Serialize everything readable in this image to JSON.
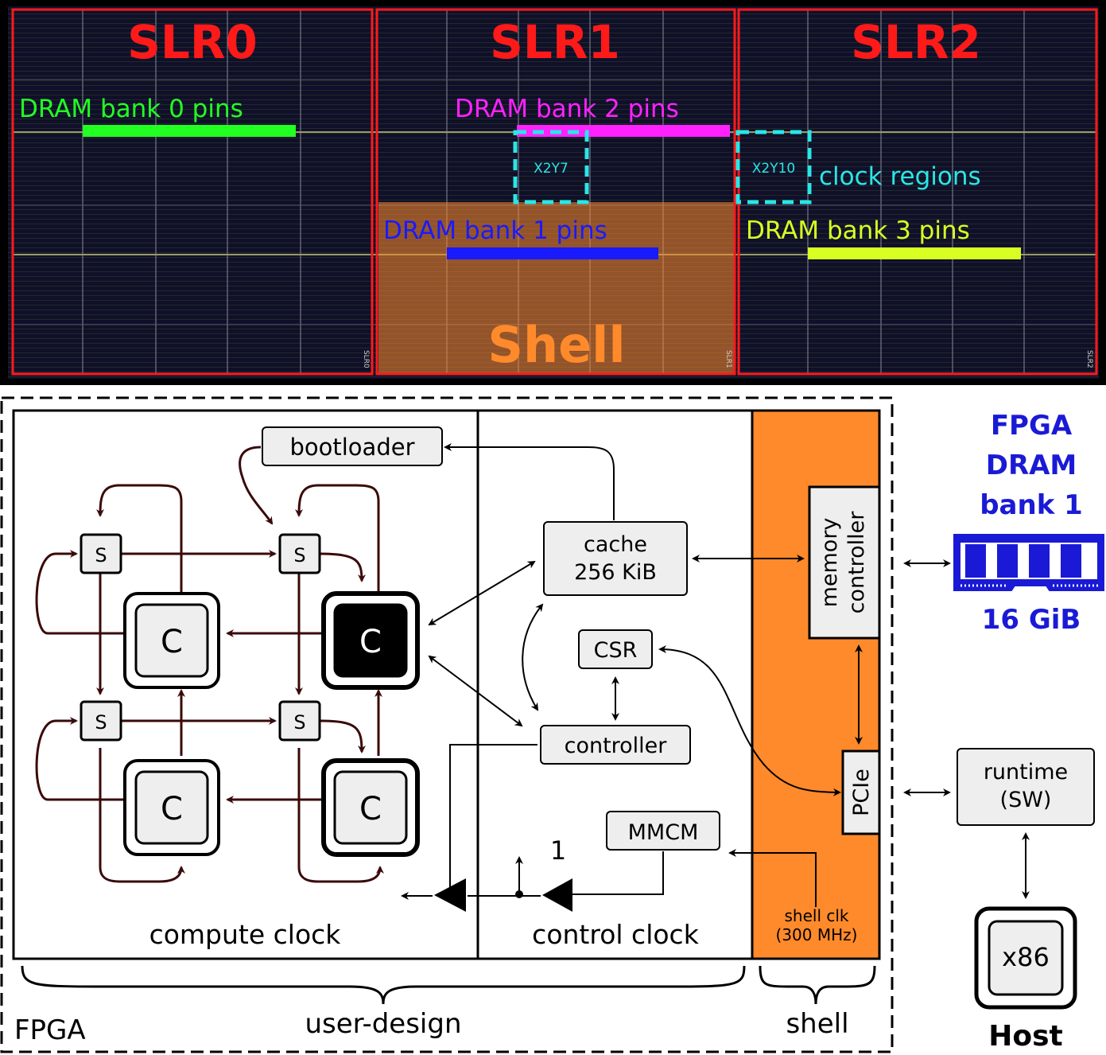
{
  "colors": {
    "slr_border": "#ff1a1a",
    "slr_label": "#ff1a1a",
    "chip_bg": "#10102a",
    "shell_orange": "#ff8a2b",
    "dram0": "#22ff22",
    "dram1": "#1a1aff",
    "dram2": "#ff22ff",
    "dram3": "#d8ff22",
    "clock_region": "#2ae6e6",
    "arrow_dark": "#3a0a0a",
    "dram_blue": "#1a1ad6",
    "box_fill": "#eeeeee"
  },
  "floorplan": {
    "slr_labels": [
      "SLR0",
      "SLR1",
      "SLR2"
    ],
    "dram_labels": {
      "bank0": "DRAM bank 0 pins",
      "bank1": "DRAM bank 1 pins",
      "bank2": "DRAM bank 2 pins",
      "bank3": "DRAM bank 3 pins"
    },
    "clock_regions_label": "clock regions",
    "region_boxes": [
      "X2Y7",
      "X2Y10"
    ],
    "shell_label": "Shell",
    "slr_corner_tags": [
      "SLR0",
      "SLR1",
      "SLR2"
    ]
  },
  "diagram": {
    "fpga_label": "FPGA",
    "user_design_label": "user-design",
    "shell_label": "shell",
    "compute_clock_label": "compute clock",
    "control_clock_label": "control clock",
    "bootloader": "bootloader",
    "switch_label": "S",
    "core_label": "C",
    "cache_line1": "cache",
    "cache_line2": "256 KiB",
    "csr": "CSR",
    "controller": "controller",
    "mmcm": "MMCM",
    "clock_one": "1",
    "memory_controller_line1": "memory",
    "memory_controller_line2": "controller",
    "pcie": "PCIe",
    "shell_clk_line1": "shell clk",
    "shell_clk_line2": "(300 MHz)",
    "dram_title_line1": "FPGA",
    "dram_title_line2": "DRAM",
    "dram_title_line3": "bank 1",
    "dram_size": "16 GiB",
    "runtime_line1": "runtime",
    "runtime_line2": "(SW)",
    "x86": "x86",
    "host": "Host"
  }
}
